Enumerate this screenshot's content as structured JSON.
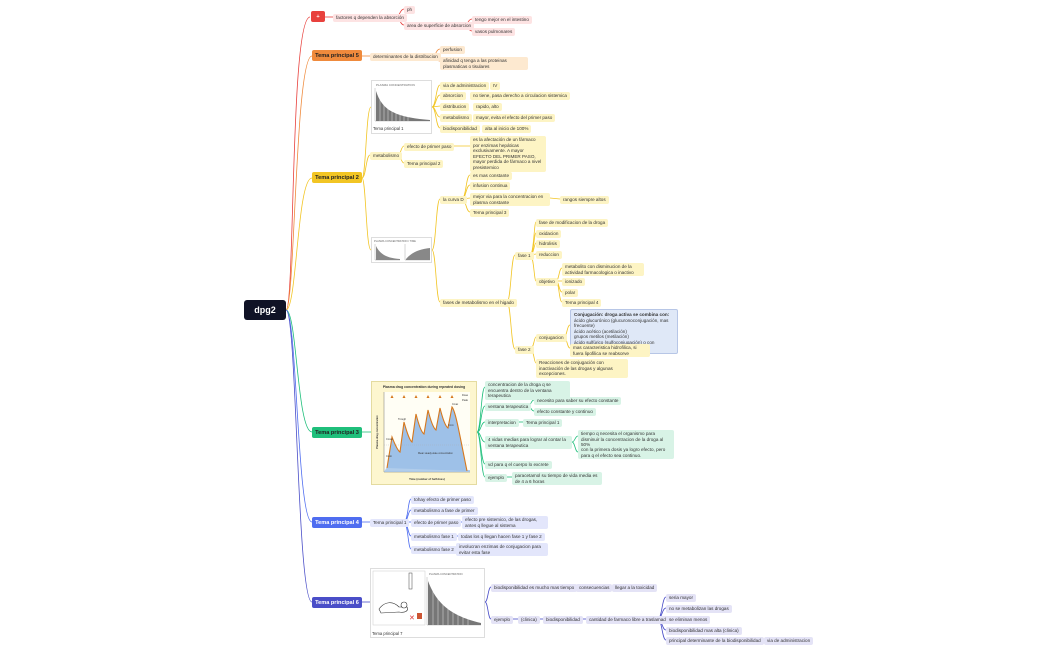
{
  "root": {
    "label": "dpg2"
  },
  "red_branch": {
    "badge": "+",
    "factors": "factores q dependen la absorción",
    "ph": "ph",
    "area": "area de superficie de absorcion",
    "area_children": [
      "tengo mejor en el intestino",
      "vasos pulmonares"
    ]
  },
  "tema5": {
    "title": "Tema principal 5",
    "determinantes": "determinantes de la distribucion",
    "children": [
      "perfusion",
      "afinidad q tenga a las proteinas plasmaticas o tisulares"
    ]
  },
  "tema2": {
    "title": "Tema principal 2",
    "chart1": {
      "caption": "Tema principal 1",
      "header": "PLASMA CONCENTRATION"
    },
    "vias": [
      {
        "label": "via de administracion",
        "value": "IV"
      },
      {
        "label": "absorcion",
        "value": "no tiene, pasa derecho a circulacion sistemica"
      },
      {
        "label": "distribucion",
        "value": "rapido, alto"
      },
      {
        "label": "metabolismo",
        "value": "mayor, evita el efecto del primer paso"
      },
      {
        "label": "biodisponibilidad",
        "value": "alta al inicio de 100%"
      }
    ],
    "metabolismo": "metabolismo",
    "efecto_primer_paso": "efecto de primer paso",
    "efecto_desc": "es la afectación de un fármaco por enzimas hepáticas exclusivamente. A mayor EFECTO DEL PRIMER PASO, mayor perdida de fármaco a nivel presistemico",
    "tema_p2": "Tema principal 2",
    "chart2_header": "PLASMA CONCENTRATION / TIME",
    "curva": "la curva D",
    "curva_children": [
      "es mas constante",
      "infusion continua",
      "mejor via para la concentracion en plasma constante",
      "Tema principal 3"
    ],
    "rango": "rangos siempre altos",
    "fases": "fases de metabolismo en el higado",
    "fase1": "fase 1",
    "fase1_children": [
      "fase de modificacion de la droga",
      "oxidacion",
      "hidrolisis",
      "reduccion"
    ],
    "objetivo": "objetivo",
    "objetivo_children": [
      "metabolito con disminucion de la actividad farmacologica o inactivo",
      "ionizado",
      "polar",
      "Tema principal 4"
    ],
    "fase2": "fase 2",
    "conjugacion": "conjugacion",
    "conjugacion_title": "Conjugación: droga activa se combina con:",
    "conjugacion_list": [
      "ácido glucurónico (glucuronoconjugación, mas frecuente)",
      "ácido acético (acetilación)",
      "grupos metilos (metilación)",
      "ácido sulfúrico (sulfoconjugación) o con glicocola."
    ],
    "conjugacion_extra": "mas caracteristica hidrofilica, si fuera lipofilica se reabsorve",
    "reacciones": "Reacciones de conjugación con inactivación de las drogas y algunas excepciones."
  },
  "tema3": {
    "title": "Tema principal 3",
    "chart": {
      "title": "Plasma drug concentration during repeated dosing",
      "xlabel": "Time (number of half-lives)",
      "ylabel": "Plasma drug concentration",
      "labels": [
        "Trough",
        "Cmax",
        "Cmin",
        "Mean steady-state concentration",
        "Dose",
        "Peak",
        "Cmax",
        "Cmin"
      ]
    },
    "children": [
      "concentracion de la droga q se encuentra dentro de la ventana terapeutica",
      "ventana terapeutica",
      "interpretacion",
      "4 vidas medias para lograr al contar la ventana terapeutica",
      "vd para q el cuerpo lo excrete",
      "ejemplo"
    ],
    "ventana_children": [
      "necesito para saber su efecto constante",
      "efecto constante y continuo"
    ],
    "interpretacion_child": "Tema principal 1",
    "vidas_children": [
      "tiempo q necesita el organismo para disminuir la concentracion de la droga al 50%",
      "con la primera dosis ya logro efecto, pero para q el efecto sea continuo."
    ],
    "ejemplo_child": "paracetamol su tiempo de vida media es de 4 a 6 horas"
  },
  "tema4": {
    "title": "Tema principal 4",
    "sub": "Tema principal 1",
    "children": [
      {
        "label": "tohay efecto de primer paso"
      },
      {
        "label": "metabolismo a fase de primer"
      },
      {
        "label": "efecto de primer paso",
        "value": "efecto pre sistemico, de las drogas, antes q llegue al sistema"
      },
      {
        "label": "metabolismo fase 1",
        "value": "todas los q llegan hacen fase 1 y fase 2"
      },
      {
        "label": "metabolismo fase 2",
        "value": "involucran enzimas de conjugacion para evitar esta fase"
      }
    ]
  },
  "tema6": {
    "title": "Tema principal 6",
    "caption": "Tema principal 7",
    "chart_header": "PLASMA CONCENTRATION",
    "bio_rapida": "biodisponibilidad es mucho mas tiempo",
    "consecuencias": "consecuencias",
    "llegar": "llegar a la toxicidad",
    "ejemplo": "ejemplo",
    "clinica": "(clinica)",
    "biodisponibilidad": "biodisponibilidad",
    "cantidad": "cantidad de farmaco libre a traslamado",
    "bio_children": [
      "seria mayor",
      "no se metabolizan las drogas",
      "se eliminan menos",
      "biodisponibilidad mas alta (clinica)"
    ],
    "principal": "principal determinante de la biodisponibilidad",
    "via": "via de administracion"
  },
  "colors": {
    "red": "#e8413d",
    "orange": "#ef8a3c",
    "yellow": "#f2c524",
    "green": "#1fbf7b",
    "blue": "#4f6df0",
    "indigo": "#4a4ec8"
  }
}
